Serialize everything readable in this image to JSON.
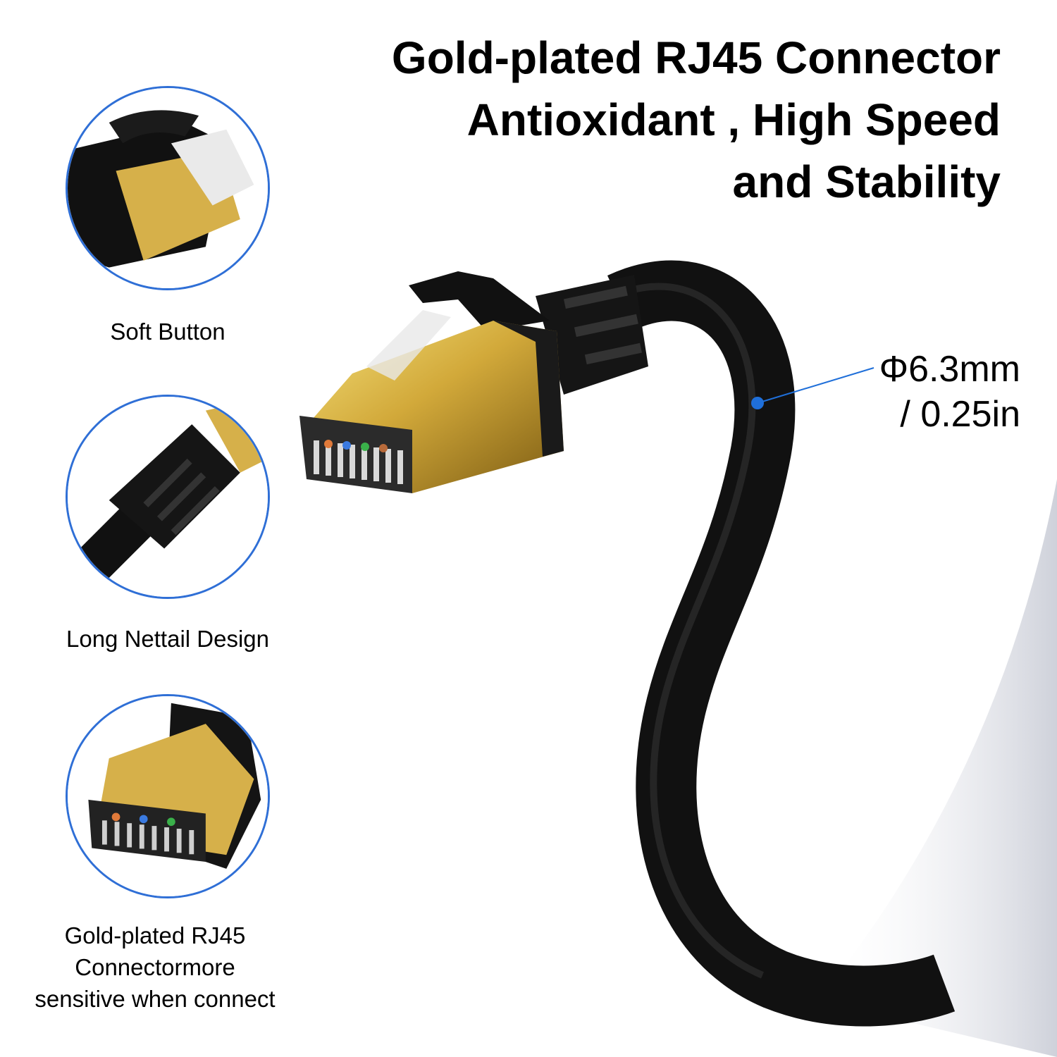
{
  "headline": {
    "line1": "Gold-plated RJ45 Connector",
    "line2": "Antioxidant , High Speed",
    "line3": "and Stability"
  },
  "spec": {
    "diameter_mm": "Φ6.3mm",
    "diameter_in": "/ 0.25in",
    "accent_color": "#1f6fd9"
  },
  "features": [
    {
      "caption": "Soft Button",
      "icon": "rj45-latch-closeup-icon"
    },
    {
      "caption": "Long Nettail Design",
      "icon": "cable-boot-closeup-icon"
    },
    {
      "caption_lines": [
        "Gold-plated RJ45",
        "Connectormore",
        "sensitive when connect"
      ],
      "icon": "gold-connector-closeup-icon"
    }
  ],
  "colors": {
    "gold": "#c9a23a",
    "cable": "#111111",
    "ring": "#2f6fd6"
  }
}
